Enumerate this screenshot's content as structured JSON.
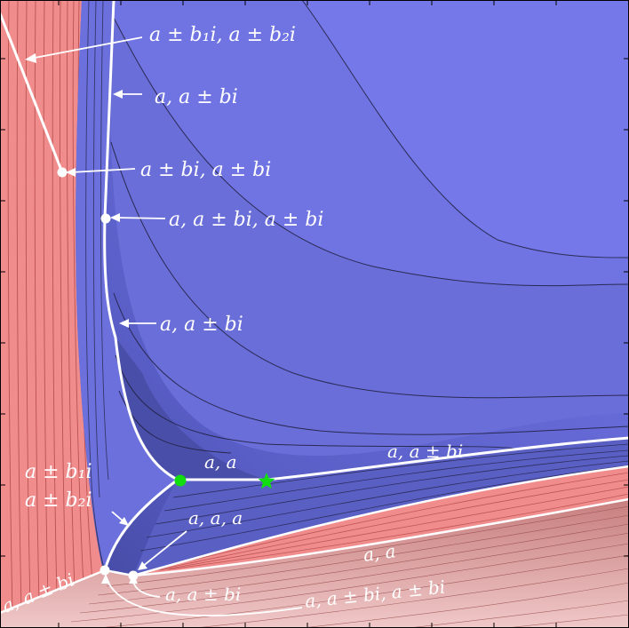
{
  "colors": {
    "red_region": "#f08c8c",
    "red_contour": "#b34848",
    "blue_light": "#7276e6",
    "blue_mid": "#6569d4",
    "blue_dark": "#4f54b6",
    "blue_darkest": "#3d4296",
    "contour_line": "#1e1e3c",
    "boundary": "#ffffff",
    "green_point": "#11dd11",
    "green_star": "#11dd11"
  },
  "labels": {
    "l1": "a ± b₁i,  a ± b₂i",
    "l2": "a,  a ± bi",
    "l3": "a ± bi,  a ± bi",
    "l4": "a,  a ± bi,  a ± bi",
    "l5": "a,  a ± bi",
    "l6": "a, a",
    "l7": "a,  a ± bi",
    "l8": "a ± b₁i",
    "l9": "a ± b₂i",
    "l10": "a, a, a",
    "l11": "a, a",
    "l12": "a,  a ± bi",
    "l13": "a,  a ± bi,  a ± bi",
    "l14": "a,  a ± bi"
  },
  "markers": {
    "green_point": "triple root point",
    "green_star": "star marker"
  }
}
